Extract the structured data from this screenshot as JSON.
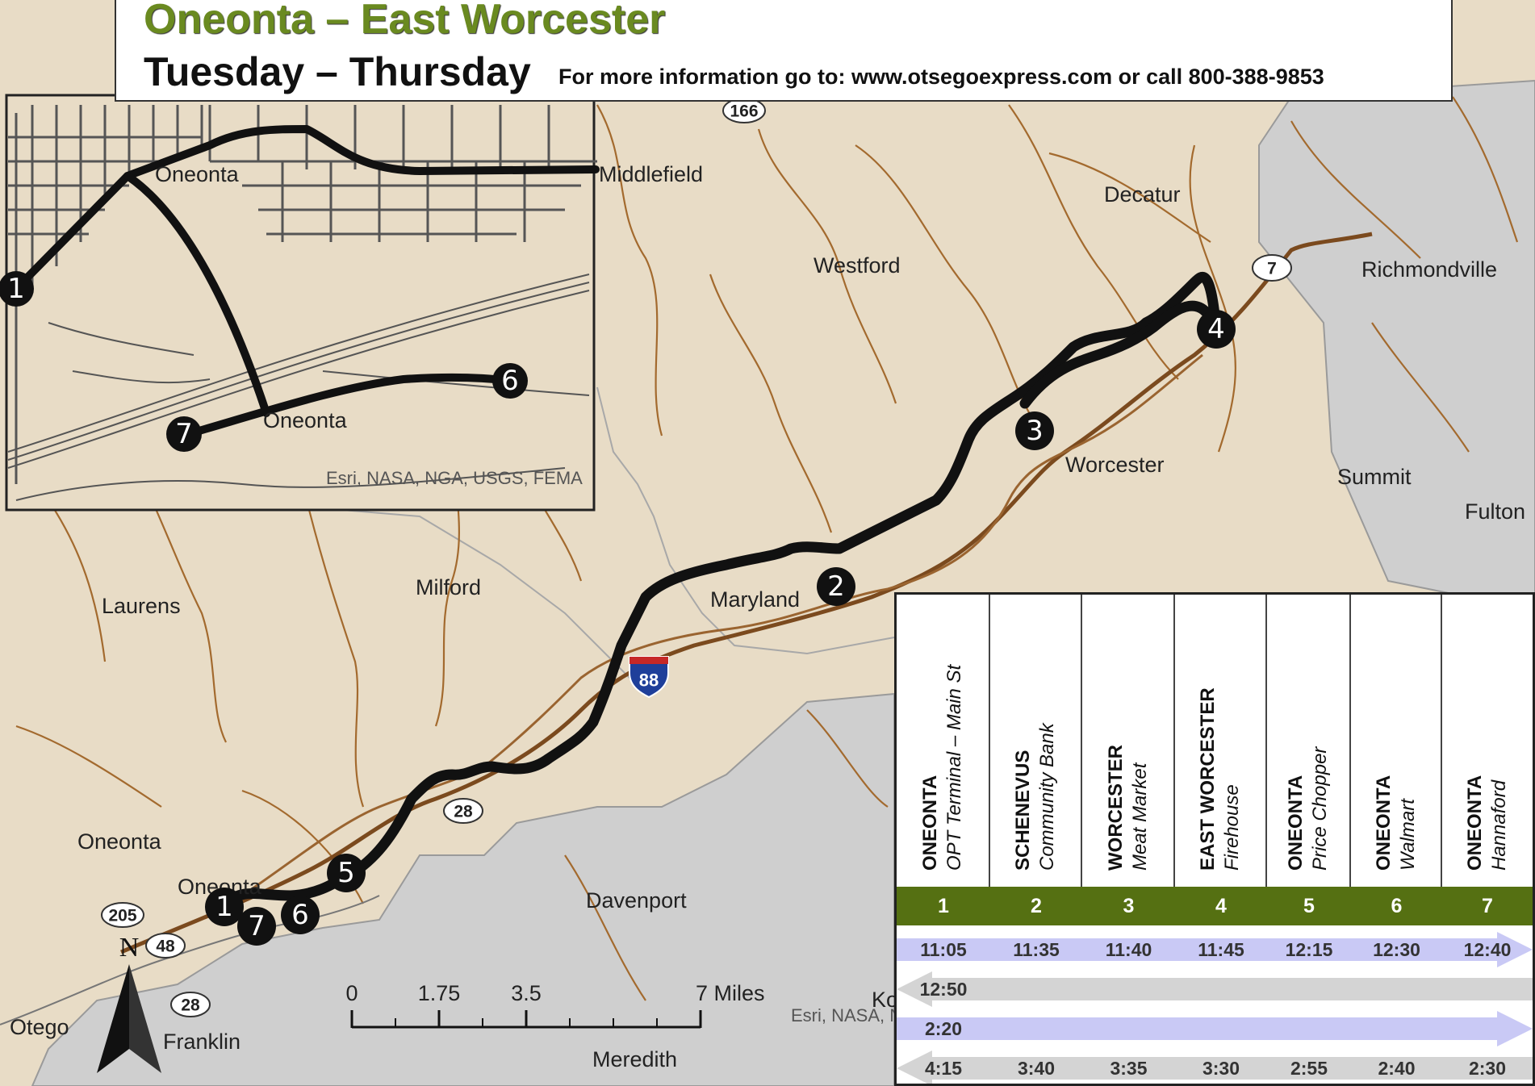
{
  "header": {
    "title": "Oneonta – East Worcester",
    "days": "Tuesday – Thursday",
    "info": "For more information go to: www.otsegoexpress.com or call 800-388-9853"
  },
  "map": {
    "places": {
      "middlefield": "Middlefield",
      "decatur": "Decatur",
      "westford": "Westford",
      "richmondville": "Richmondville",
      "worcester": "Worcester",
      "summit": "Summit",
      "fulton": "Fulton",
      "milford": "Milford",
      "laurens": "Laurens",
      "maryland": "Maryland",
      "oneonta_region": "Oneonta",
      "oneonta_city": "Oneonta",
      "davenport": "Davenport",
      "otego": "Otego",
      "franklin": "Franklin",
      "meredith": "Meredith",
      "kortright_partial": "Ko"
    },
    "inset_places": {
      "oneonta_top": "Oneonta",
      "oneonta_bottom": "Oneonta",
      "middlefield": "Middlefield"
    },
    "shields": {
      "r166": "166",
      "r7": "7",
      "i88": "88",
      "r28a": "28",
      "r205": "205",
      "r48": "48",
      "r28b": "28"
    },
    "north_label": "N",
    "scale": {
      "ticks": [
        "0",
        "1.75",
        "3.5",
        "7 Miles"
      ]
    },
    "attribution": "Esri, NASA, NGA, USGS, FEMA",
    "attribution_partial": "Esri, NASA, N",
    "stops_main": [
      "1",
      "2",
      "3",
      "4",
      "5",
      "6",
      "7"
    ],
    "stops_inset": [
      "1",
      "6",
      "7"
    ]
  },
  "schedule": {
    "stops": [
      {
        "num": "1",
        "city": "ONEONTA",
        "desc": "OPT Terminal – Main St"
      },
      {
        "num": "2",
        "city": "SCHENEVUS",
        "desc": "Community Bank"
      },
      {
        "num": "3",
        "city": "WORCESTER",
        "desc": "Meat Market"
      },
      {
        "num": "4",
        "city": "EAST WORCESTER",
        "desc": "Firehouse"
      },
      {
        "num": "5",
        "city": "ONEONTA",
        "desc": "Price Chopper"
      },
      {
        "num": "6",
        "city": "ONEONTA",
        "desc": "Walmart"
      },
      {
        "num": "7",
        "city": "ONEONTA",
        "desc": "Hannaford"
      }
    ],
    "trips": [
      {
        "direction": "outbound",
        "times": [
          "11:05",
          "11:35",
          "11:40",
          "11:45",
          "12:15",
          "12:30",
          "12:40"
        ]
      },
      {
        "direction": "inbound",
        "times": [
          "12:50",
          "",
          "",
          "",
          "",
          "",
          ""
        ]
      },
      {
        "direction": "outbound",
        "times": [
          "2:20",
          "",
          "",
          "",
          "",
          "",
          ""
        ]
      },
      {
        "direction": "inbound",
        "times": [
          "4:15",
          "3:40",
          "3:35",
          "3:30",
          "2:55",
          "2:40",
          "2:30"
        ]
      }
    ],
    "colors": {
      "outbound": "#c9c9f5",
      "inbound": "#d4d4d4",
      "header_band": "#557012"
    }
  }
}
